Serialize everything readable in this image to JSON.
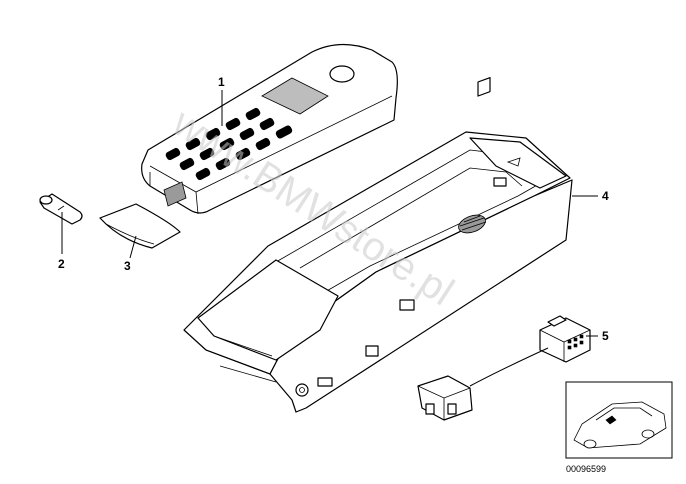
{
  "watermark": "www.BMWstore.pl",
  "callouts": [
    {
      "label": "1"
    },
    {
      "label": "2"
    },
    {
      "label": "3"
    },
    {
      "label": "4"
    },
    {
      "label": "5"
    }
  ],
  "reference_number": "00096599",
  "icons": [
    "phone-handset-icon",
    "plug-icon",
    "cover-cap-icon",
    "cradle-icon",
    "cable-adapter-icon",
    "car-thumbnail-icon"
  ]
}
